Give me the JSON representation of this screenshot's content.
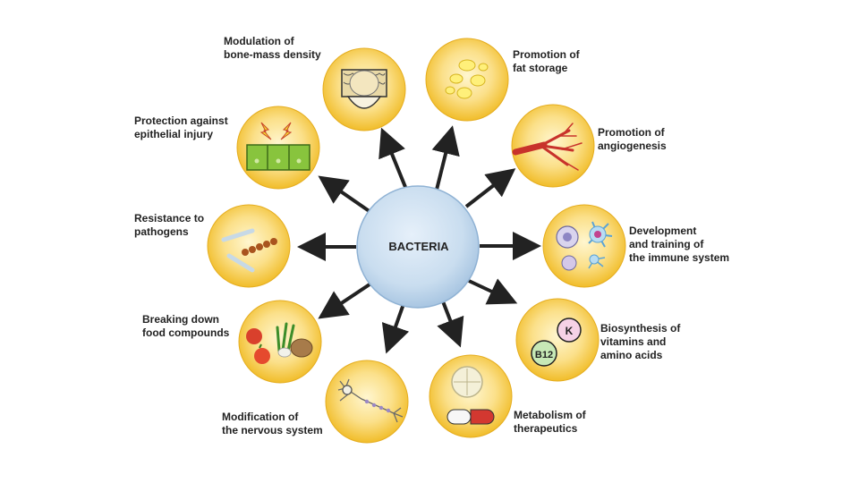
{
  "center": {
    "label": "BACTERIA"
  },
  "functions": [
    {
      "id": "bone",
      "label": "Modulation of\nbone-mass density",
      "icon": "bone-tissue-icon"
    },
    {
      "id": "fat",
      "label": "Promotion of\nfat storage",
      "icon": "fat-droplets-icon"
    },
    {
      "id": "angio",
      "label": "Promotion of\nangiogenesis",
      "icon": "blood-vessel-icon"
    },
    {
      "id": "immune",
      "label": "Development\nand training of\nthe immune system",
      "icon": "immune-cells-icon"
    },
    {
      "id": "vitamins",
      "label": "Biosynthesis of\nvitamins and\namino acids",
      "icon": "vitamins-icon",
      "badges": [
        "K",
        "B12"
      ]
    },
    {
      "id": "therapeutics",
      "label": "Metabolism of\ntherapeutics",
      "icon": "pills-icon"
    },
    {
      "id": "nervous",
      "label": "Modification of\nthe nervous system",
      "icon": "neuron-icon"
    },
    {
      "id": "food",
      "label": "Breaking down\nfood compounds",
      "icon": "food-icon"
    },
    {
      "id": "pathogens",
      "label": "Resistance to\npathogens",
      "icon": "bacteria-chains-icon"
    },
    {
      "id": "epithelial",
      "label": "Protection against\nepithelial injury",
      "icon": "epithelium-icon"
    }
  ],
  "colors": {
    "node_fill": "#f5c53c",
    "node_inner": "#fff3c4",
    "center_fill": "#c6dcef",
    "arrow": "#222222"
  }
}
